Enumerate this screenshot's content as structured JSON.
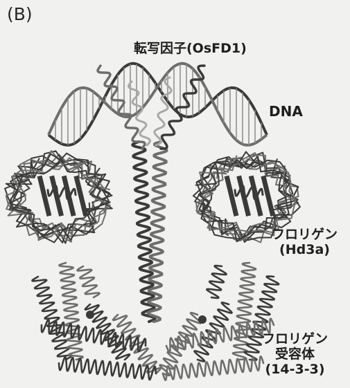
{
  "panel_label": "(B)",
  "labels": {
    "transcription_factor": "転写因子(OsFD1)",
    "dna": "DNA",
    "florigen_line1": "フロリゲン",
    "florigen_line2": "(Hd3a)",
    "receptor_line1": "フロリゲン",
    "receptor_line2": "受容体",
    "receptor_line3": "(14-3-3)"
  },
  "colors": {
    "background": "#f1f1ef",
    "ribbon_dark": "#3a3a3a",
    "ribbon_mid": "#6d6d6d",
    "ribbon_light": "#a8a8a8"
  }
}
